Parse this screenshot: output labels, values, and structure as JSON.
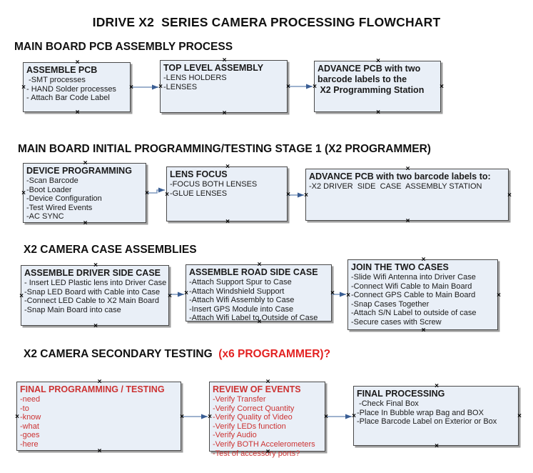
{
  "title": "IDRIVE X2  SERIES CAMERA PROCESSING FLOWCHART",
  "palette": {
    "box_fill": "#e9eff7",
    "box_border": "#4a4a4a",
    "box_shadow": "#9e9e9e",
    "arrow_line": "#7e99bd",
    "arrow_head": "#3a5e94",
    "black_text": "#1a1a1a",
    "red_text": "#cc3333",
    "heading_red": "#e32222"
  },
  "sections": [
    {
      "id": "pcb-assembly",
      "heading": "MAIN BOARD PCB ASSEMBLY PROCESS",
      "heading_suffix": "",
      "boxes": [
        {
          "id": "assemble-pcb",
          "title": "ASSEMBLE PCB",
          "items": [
            " -SMT processes",
            "- HAND Solder processes",
            "- Attach Bar Code Label"
          ],
          "text_color": "#1a1a1a"
        },
        {
          "id": "top-level-assembly",
          "title": "TOP LEVEL ASSEMBLY",
          "items": [
            "-LENS HOLDERS",
            "-LENSES"
          ],
          "text_color": "#1a1a1a"
        },
        {
          "id": "advance-pcb-programming",
          "title": "ADVANCE PCB with two\nbarcode labels to the\n X2 Programming Station",
          "items": [],
          "text_color": "#1a1a1a"
        }
      ]
    },
    {
      "id": "initial-programming",
      "heading": "MAIN BOARD INITIAL PROGRAMMING/TESTING STAGE 1 (X2 PROGRAMMER)",
      "heading_suffix": "",
      "boxes": [
        {
          "id": "device-programming",
          "title": "DEVICE PROGRAMMING",
          "items": [
            "-Scan Barcode",
            "-Boot Loader",
            "-Device Configuration",
            "-Test Wired Events",
            "-AC SYNC"
          ],
          "text_color": "#1a1a1a"
        },
        {
          "id": "lens-focus",
          "title": "LENS FOCUS",
          "items": [
            "-FOCUS BOTH LENSES",
            "-GLUE LENSES"
          ],
          "text_color": "#1a1a1a"
        },
        {
          "id": "advance-pcb-driver-side",
          "title": "ADVANCE PCB with two barcode labels to:",
          "items": [
            "-X2 DRIVER  SIDE  CASE  ASSEMBLY STATION"
          ],
          "text_color": "#1a1a1a"
        }
      ]
    },
    {
      "id": "case-assemblies",
      "heading": "X2 CAMERA CASE ASSEMBLIES",
      "heading_suffix": "",
      "boxes": [
        {
          "id": "assemble-driver-side-case",
          "title": "ASSEMBLE DRIVER SIDE CASE",
          "items": [
            "- Insert LED Plastic lens into Driver Case",
            "-Snap LED Board with Cable into Case",
            "-Connect LED Cable to X2 Main Board",
            "-Snap Main Board into case"
          ],
          "text_color": "#1a1a1a"
        },
        {
          "id": "assemble-road-side-case",
          "title": "ASSEMBLE ROAD SIDE CASE",
          "items": [
            "-Attach Support Spur to Case",
            "-Attach Windshield Support",
            "-Attach Wifi Assembly to Case",
            "-Insert GPS Module into Case",
            "-Attach Wifi Label to Outside of Case"
          ],
          "text_color": "#1a1a1a"
        },
        {
          "id": "join-the-two-cases",
          "title": "JOIN THE TWO CASES",
          "items": [
            "-Slide Wifi Antenna into Driver Case",
            "-Connect Wifi Cable to Main Board",
            "-Connect GPS Cable to Main Board",
            "-Snap Cases Together",
            "-Attach S/N Label to outside of case",
            "-Secure cases with Screw"
          ],
          "text_color": "#1a1a1a"
        }
      ]
    },
    {
      "id": "secondary-testing",
      "heading": "X2 CAMERA SECONDARY TESTING ",
      "heading_suffix": " (x6 PROGRAMMER)?",
      "boxes": [
        {
          "id": "final-programming-testing",
          "title": "FINAL PROGRAMMING / TESTING",
          "items": [
            "-need",
            "-to",
            "-know",
            "-what",
            "-goes",
            "-here"
          ],
          "text_color": "#cc3333"
        },
        {
          "id": "review-of-events",
          "title": "REVIEW OF EVENTS",
          "items": [
            "-Verify Transfer",
            "-Verify Correct Quantity",
            "-Verify Quality of Video",
            "-Verify LEDs function",
            "-Verify Audio",
            "-Verify BOTH Accelerometers",
            "-Test of accessory ports?"
          ],
          "text_color": "#cc3333"
        },
        {
          "id": "final-processing",
          "title": "FINAL PROCESSING",
          "items": [
            " -Check Final Box",
            "-Place In Bubble wrap Bag and BOX",
            "-Place Barcode Label on Exterior or Box"
          ],
          "text_color": "#1a1a1a"
        }
      ]
    }
  ],
  "connections": [
    {
      "from": "assemble-pcb",
      "to": "top-level-assembly"
    },
    {
      "from": "top-level-assembly",
      "to": "advance-pcb-programming"
    },
    {
      "from": "device-programming",
      "to": "lens-focus"
    },
    {
      "from": "lens-focus",
      "to": "advance-pcb-driver-side"
    },
    {
      "from": "assemble-driver-side-case",
      "to": "assemble-road-side-case"
    },
    {
      "from": "assemble-road-side-case",
      "to": "join-the-two-cases"
    },
    {
      "from": "final-programming-testing",
      "to": "review-of-events"
    },
    {
      "from": "review-of-events",
      "to": "final-processing"
    }
  ]
}
